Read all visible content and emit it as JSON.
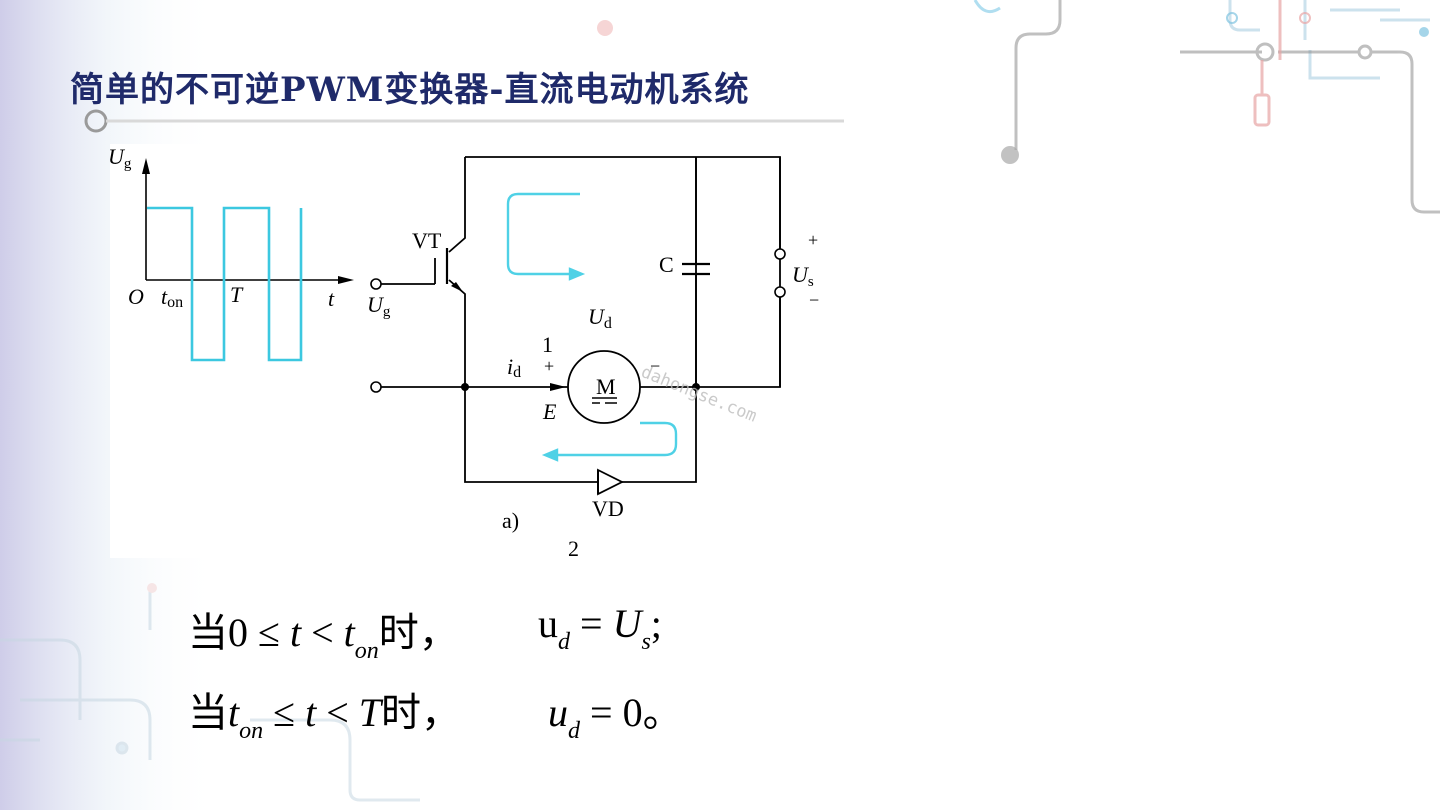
{
  "slide": {
    "title": "简单的不可逆PWM变换器-直流电动机系统"
  },
  "waveform": {
    "y_axis_label": "U",
    "y_axis_sub": "g",
    "origin_label": "O",
    "ton_label": "t",
    "ton_sub": "on",
    "T_label": "T",
    "t_label": "t"
  },
  "circuit": {
    "vt_label": "VT",
    "ug_label": "U",
    "ug_sub": "g",
    "ud_label": "U",
    "ud_sub": "d",
    "node1_label": "1",
    "id_label": "i",
    "id_sub": "d",
    "plus_label": "+",
    "minus_label": "−",
    "motor_label": "M",
    "e_label": "E",
    "c_label": "C",
    "us_plus": "+",
    "us_label": "U",
    "us_sub": "s",
    "us_minus": "−",
    "vd_label": "VD",
    "fig_label": "a)",
    "node2_label": "2",
    "watermark": "dahongse.com"
  },
  "equations": {
    "line1_prefix": "当",
    "line1_cond": "0 ≤ ",
    "line1_t": "t",
    "line1_lt": " < ",
    "line1_t2": "t",
    "line1_sub": "on",
    "line1_when": "时，",
    "line1_lhs": "u",
    "line1_lhs_sub": "d",
    "line1_eq": " = ",
    "line1_rhs": "U",
    "line1_rhs_sub": "s",
    "line1_end": ";",
    "line2_prefix": "当",
    "line2_t": "t",
    "line2_sub": "on",
    "line2_le": " ≤ ",
    "line2_t2": "t",
    "line2_lt": " < ",
    "line2_T": "T",
    "line2_when": "时，",
    "line2_lhs": "u",
    "line2_lhs_sub": "d",
    "line2_eq": " = ",
    "line2_rhs": "0。"
  },
  "colors": {
    "title": "#1f2a6a",
    "waveform": "#3cc8e0",
    "current_arrow": "#4fd1e6",
    "wire": "#000000"
  }
}
